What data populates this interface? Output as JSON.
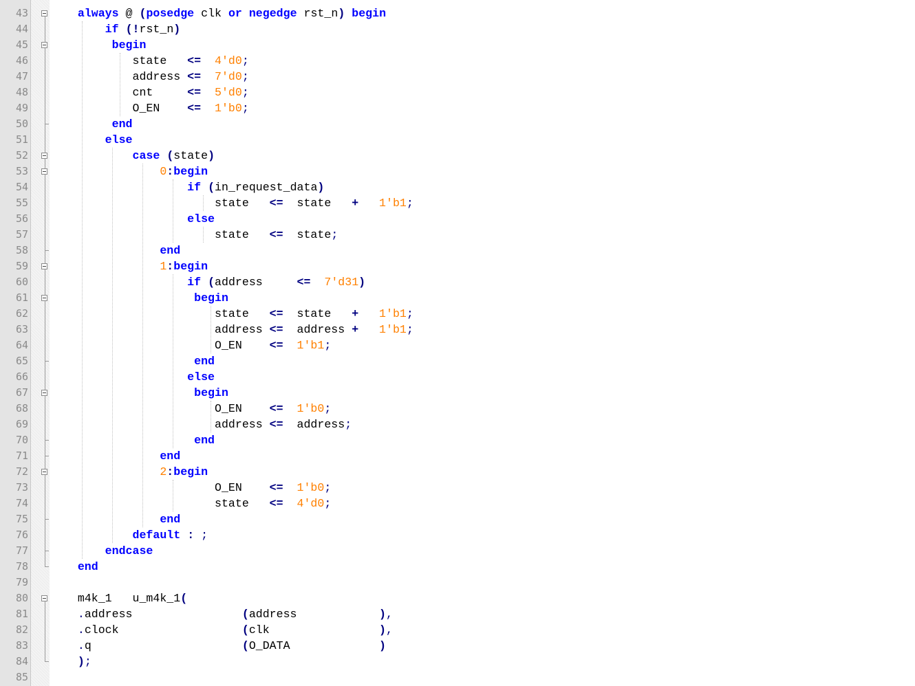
{
  "editor": {
    "first_line_number": 43,
    "lines": [
      {
        "no": "43",
        "fold": "open",
        "tokens": [
          [
            "sp",
            "    "
          ],
          [
            "kw",
            "always"
          ],
          [
            "id",
            " @ "
          ],
          [
            "op",
            "("
          ],
          [
            "kw",
            "posedge"
          ],
          [
            "id",
            " clk "
          ],
          [
            "kw",
            "or"
          ],
          [
            "id",
            " "
          ],
          [
            "kw",
            "negedge"
          ],
          [
            "id",
            " rst_n"
          ],
          [
            "op",
            ")"
          ],
          [
            "id",
            " "
          ],
          [
            "kw",
            "begin"
          ]
        ]
      },
      {
        "no": "44",
        "fold": "line",
        "tokens": [
          [
            "sp",
            "        "
          ],
          [
            "kw",
            "if"
          ],
          [
            "id",
            " "
          ],
          [
            "op",
            "(!"
          ],
          [
            "id",
            "rst_n"
          ],
          [
            "op",
            ")"
          ]
        ]
      },
      {
        "no": "45",
        "fold": "open",
        "tokens": [
          [
            "sp",
            "         "
          ],
          [
            "kw",
            "begin"
          ]
        ]
      },
      {
        "no": "46",
        "fold": "line",
        "tokens": [
          [
            "sp",
            "            "
          ],
          [
            "id",
            "state   "
          ],
          [
            "op",
            "<="
          ],
          [
            "id",
            "  "
          ],
          [
            "num",
            "4'd0"
          ],
          [
            "pun",
            ";"
          ]
        ]
      },
      {
        "no": "47",
        "fold": "line",
        "tokens": [
          [
            "sp",
            "            "
          ],
          [
            "id",
            "address "
          ],
          [
            "op",
            "<="
          ],
          [
            "id",
            "  "
          ],
          [
            "num",
            "7'd0"
          ],
          [
            "pun",
            ";"
          ]
        ]
      },
      {
        "no": "48",
        "fold": "line",
        "tokens": [
          [
            "sp",
            "            "
          ],
          [
            "id",
            "cnt     "
          ],
          [
            "op",
            "<="
          ],
          [
            "id",
            "  "
          ],
          [
            "num",
            "5'd0"
          ],
          [
            "pun",
            ";"
          ]
        ]
      },
      {
        "no": "49",
        "fold": "line",
        "tokens": [
          [
            "sp",
            "            "
          ],
          [
            "id",
            "O_EN    "
          ],
          [
            "op",
            "<="
          ],
          [
            "id",
            "  "
          ],
          [
            "num",
            "1'b0"
          ],
          [
            "pun",
            ";"
          ]
        ]
      },
      {
        "no": "50",
        "fold": "end",
        "tokens": [
          [
            "sp",
            "         "
          ],
          [
            "kw",
            "end"
          ]
        ]
      },
      {
        "no": "51",
        "fold": "line",
        "tokens": [
          [
            "sp",
            "        "
          ],
          [
            "kw",
            "else"
          ]
        ]
      },
      {
        "no": "52",
        "fold": "open",
        "tokens": [
          [
            "sp",
            "            "
          ],
          [
            "kw",
            "case"
          ],
          [
            "id",
            " "
          ],
          [
            "op",
            "("
          ],
          [
            "id",
            "state"
          ],
          [
            "op",
            ")"
          ]
        ]
      },
      {
        "no": "53",
        "fold": "open",
        "tokens": [
          [
            "sp",
            "                "
          ],
          [
            "num",
            "0"
          ],
          [
            "op",
            ":"
          ],
          [
            "kw",
            "begin"
          ]
        ]
      },
      {
        "no": "54",
        "fold": "line",
        "tokens": [
          [
            "sp",
            "                    "
          ],
          [
            "kw",
            "if"
          ],
          [
            "id",
            " "
          ],
          [
            "op",
            "("
          ],
          [
            "id",
            "in_request_data"
          ],
          [
            "op",
            ")"
          ]
        ]
      },
      {
        "no": "55",
        "fold": "line",
        "tokens": [
          [
            "sp",
            "                        "
          ],
          [
            "id",
            "state   "
          ],
          [
            "op",
            "<="
          ],
          [
            "id",
            "  state   "
          ],
          [
            "op",
            "+"
          ],
          [
            "id",
            "   "
          ],
          [
            "num",
            "1'b1"
          ],
          [
            "pun",
            ";"
          ]
        ]
      },
      {
        "no": "56",
        "fold": "line",
        "tokens": [
          [
            "sp",
            "                    "
          ],
          [
            "kw",
            "else"
          ]
        ]
      },
      {
        "no": "57",
        "fold": "line",
        "tokens": [
          [
            "sp",
            "                        "
          ],
          [
            "id",
            "state   "
          ],
          [
            "op",
            "<="
          ],
          [
            "id",
            "  state"
          ],
          [
            "pun",
            ";"
          ]
        ]
      },
      {
        "no": "58",
        "fold": "end",
        "tokens": [
          [
            "sp",
            "                "
          ],
          [
            "kw",
            "end"
          ]
        ]
      },
      {
        "no": "59",
        "fold": "open",
        "tokens": [
          [
            "sp",
            "                "
          ],
          [
            "num",
            "1"
          ],
          [
            "op",
            ":"
          ],
          [
            "kw",
            "begin"
          ]
        ]
      },
      {
        "no": "60",
        "fold": "line",
        "tokens": [
          [
            "sp",
            "                    "
          ],
          [
            "kw",
            "if"
          ],
          [
            "id",
            " "
          ],
          [
            "op",
            "("
          ],
          [
            "id",
            "address     "
          ],
          [
            "op",
            "<="
          ],
          [
            "id",
            "  "
          ],
          [
            "num",
            "7'd31"
          ],
          [
            "op",
            ")"
          ]
        ]
      },
      {
        "no": "61",
        "fold": "open",
        "tokens": [
          [
            "sp",
            "                     "
          ],
          [
            "kw",
            "begin"
          ]
        ]
      },
      {
        "no": "62",
        "fold": "line",
        "tokens": [
          [
            "sp",
            "                        "
          ],
          [
            "id",
            "state   "
          ],
          [
            "op",
            "<="
          ],
          [
            "id",
            "  state   "
          ],
          [
            "op",
            "+"
          ],
          [
            "id",
            "   "
          ],
          [
            "num",
            "1'b1"
          ],
          [
            "pun",
            ";"
          ]
        ]
      },
      {
        "no": "63",
        "fold": "line",
        "tokens": [
          [
            "sp",
            "                        "
          ],
          [
            "id",
            "address "
          ],
          [
            "op",
            "<="
          ],
          [
            "id",
            "  address "
          ],
          [
            "op",
            "+"
          ],
          [
            "id",
            "   "
          ],
          [
            "num",
            "1'b1"
          ],
          [
            "pun",
            ";"
          ]
        ]
      },
      {
        "no": "64",
        "fold": "line",
        "tokens": [
          [
            "sp",
            "                        "
          ],
          [
            "id",
            "O_EN    "
          ],
          [
            "op",
            "<="
          ],
          [
            "id",
            "  "
          ],
          [
            "num",
            "1'b1"
          ],
          [
            "pun",
            ";"
          ]
        ]
      },
      {
        "no": "65",
        "fold": "end",
        "tokens": [
          [
            "sp",
            "                     "
          ],
          [
            "kw",
            "end"
          ]
        ]
      },
      {
        "no": "66",
        "fold": "line",
        "tokens": [
          [
            "sp",
            "                    "
          ],
          [
            "kw",
            "else"
          ]
        ]
      },
      {
        "no": "67",
        "fold": "open",
        "tokens": [
          [
            "sp",
            "                     "
          ],
          [
            "kw",
            "begin"
          ]
        ]
      },
      {
        "no": "68",
        "fold": "line",
        "tokens": [
          [
            "sp",
            "                        "
          ],
          [
            "id",
            "O_EN    "
          ],
          [
            "op",
            "<="
          ],
          [
            "id",
            "  "
          ],
          [
            "num",
            "1'b0"
          ],
          [
            "pun",
            ";"
          ]
        ]
      },
      {
        "no": "69",
        "fold": "line",
        "tokens": [
          [
            "sp",
            "                        "
          ],
          [
            "id",
            "address "
          ],
          [
            "op",
            "<="
          ],
          [
            "id",
            "  address"
          ],
          [
            "pun",
            ";"
          ]
        ]
      },
      {
        "no": "70",
        "fold": "end",
        "tokens": [
          [
            "sp",
            "                     "
          ],
          [
            "kw",
            "end"
          ]
        ]
      },
      {
        "no": "71",
        "fold": "end",
        "tokens": [
          [
            "sp",
            "                "
          ],
          [
            "kw",
            "end"
          ]
        ]
      },
      {
        "no": "72",
        "fold": "open",
        "tokens": [
          [
            "sp",
            "                "
          ],
          [
            "num",
            "2"
          ],
          [
            "op",
            ":"
          ],
          [
            "kw",
            "begin"
          ]
        ]
      },
      {
        "no": "73",
        "fold": "line",
        "tokens": [
          [
            "sp",
            "                        "
          ],
          [
            "id",
            "O_EN    "
          ],
          [
            "op",
            "<="
          ],
          [
            "id",
            "  "
          ],
          [
            "num",
            "1'b0"
          ],
          [
            "pun",
            ";"
          ]
        ]
      },
      {
        "no": "74",
        "fold": "line",
        "tokens": [
          [
            "sp",
            "                        "
          ],
          [
            "id",
            "state   "
          ],
          [
            "op",
            "<="
          ],
          [
            "id",
            "  "
          ],
          [
            "num",
            "4'd0"
          ],
          [
            "pun",
            ";"
          ]
        ]
      },
      {
        "no": "75",
        "fold": "end",
        "tokens": [
          [
            "sp",
            "                "
          ],
          [
            "kw",
            "end"
          ]
        ]
      },
      {
        "no": "76",
        "fold": "line",
        "tokens": [
          [
            "sp",
            "            "
          ],
          [
            "kw",
            "default"
          ],
          [
            "id",
            " "
          ],
          [
            "op",
            ":"
          ],
          [
            "id",
            " "
          ],
          [
            "pun",
            ";"
          ]
        ]
      },
      {
        "no": "77",
        "fold": "end",
        "tokens": [
          [
            "sp",
            "        "
          ],
          [
            "kw",
            "endcase"
          ]
        ]
      },
      {
        "no": "78",
        "fold": "end",
        "tokens": [
          [
            "sp",
            "    "
          ],
          [
            "kw",
            "end"
          ]
        ]
      },
      {
        "no": "79",
        "fold": "none",
        "tokens": []
      },
      {
        "no": "80",
        "fold": "open",
        "tokens": [
          [
            "sp",
            "    "
          ],
          [
            "id",
            "m4k_1   u_m4k_1"
          ],
          [
            "op",
            "("
          ]
        ]
      },
      {
        "no": "81",
        "fold": "line",
        "tokens": [
          [
            "sp",
            "    "
          ],
          [
            "pun",
            "."
          ],
          [
            "id",
            "address                "
          ],
          [
            "op",
            "("
          ],
          [
            "id",
            "address            "
          ],
          [
            "op",
            ")"
          ],
          [
            "pun",
            ","
          ]
        ]
      },
      {
        "no": "82",
        "fold": "line",
        "tokens": [
          [
            "sp",
            "    "
          ],
          [
            "pun",
            "."
          ],
          [
            "id",
            "clock                  "
          ],
          [
            "op",
            "("
          ],
          [
            "id",
            "clk                "
          ],
          [
            "op",
            ")"
          ],
          [
            "pun",
            ","
          ]
        ]
      },
      {
        "no": "83",
        "fold": "line",
        "tokens": [
          [
            "sp",
            "    "
          ],
          [
            "pun",
            "."
          ],
          [
            "id",
            "q                      "
          ],
          [
            "op",
            "("
          ],
          [
            "id",
            "O_DATA             "
          ],
          [
            "op",
            ")"
          ]
        ]
      },
      {
        "no": "84",
        "fold": "end",
        "tokens": [
          [
            "sp",
            "    "
          ],
          [
            "op",
            ")"
          ],
          [
            "pun",
            ";"
          ]
        ]
      },
      {
        "no": "85",
        "fold": "none",
        "tokens": []
      }
    ]
  }
}
